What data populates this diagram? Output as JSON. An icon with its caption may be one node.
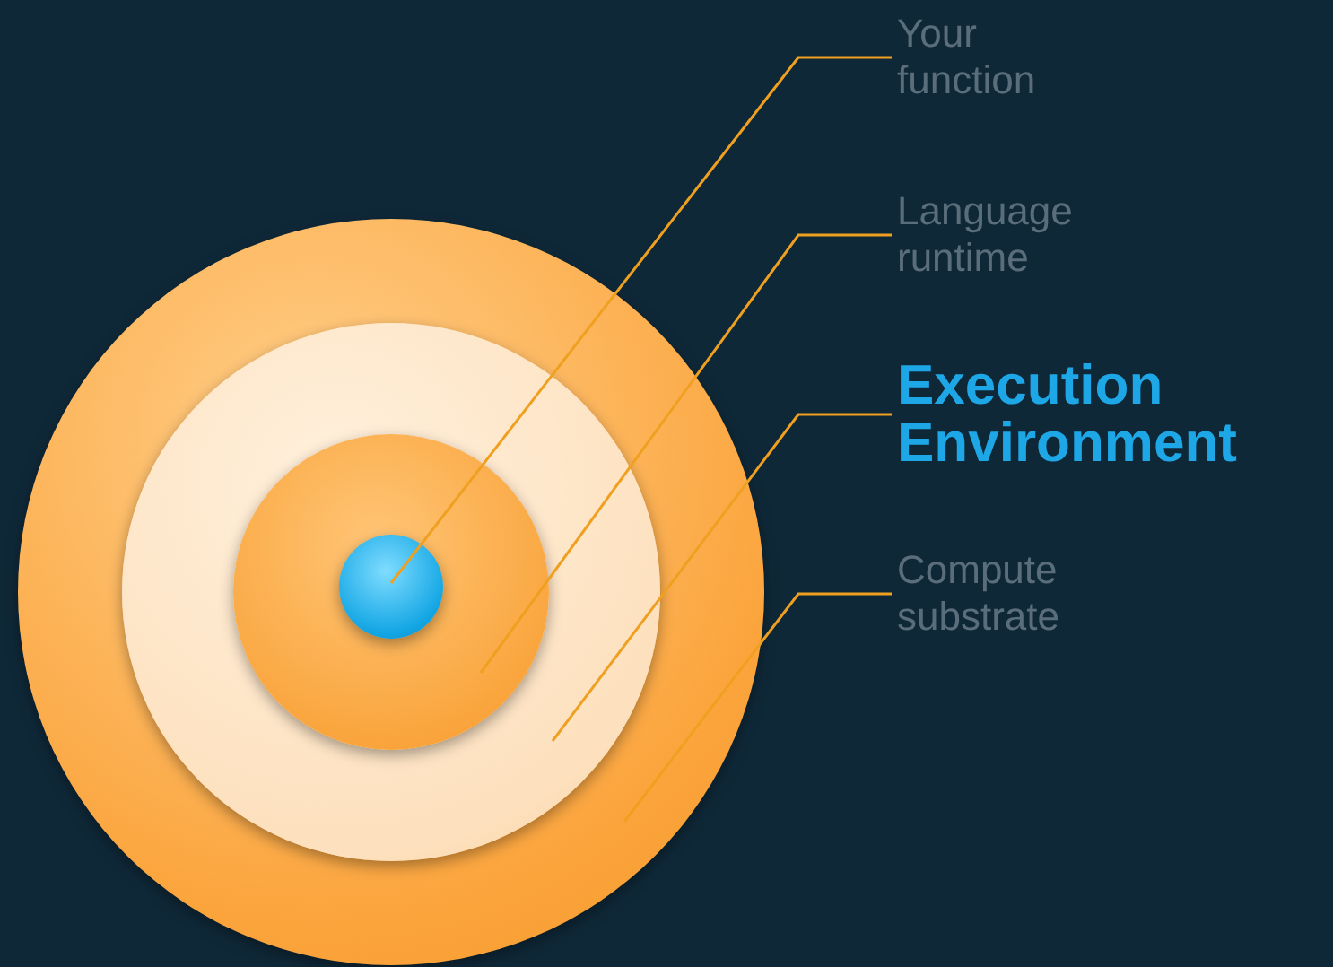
{
  "diagram": {
    "nodes": [
      {
        "text": [],
        "shape": "circle"
      },
      {
        "text": [],
        "shape": "circle",
        "in": 0
      },
      {
        "text": [],
        "shape": "circle",
        "in": 1
      },
      {
        "text": [],
        "shape": "circle",
        "in": 2
      },
      {
        "text": [
          "Your function"
        ]
      },
      {
        "text": [
          "Language runtime"
        ]
      },
      {
        "text": [
          "Execution Environment"
        ]
      },
      {
        "text": [
          "Compute substrate"
        ]
      }
    ],
    "edges": [
      {
        "from": 4,
        "to": 3,
        "arrow": "none"
      },
      {
        "from": 5,
        "to": 2,
        "arrow": "none"
      },
      {
        "from": 6,
        "to": 1,
        "arrow": "none"
      },
      {
        "from": 7,
        "to": 0,
        "arrow": "none"
      }
    ]
  }
}
